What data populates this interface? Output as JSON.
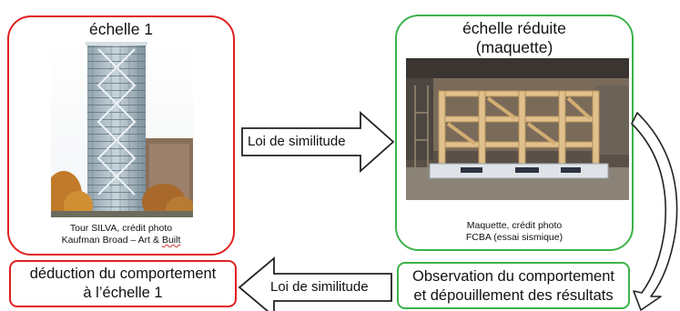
{
  "scale_full": {
    "title": "échelle 1",
    "caption_line1": "Tour SILVA, crédit photo",
    "caption_line2_a": "Kaufman Broad – Art & ",
    "caption_line2_b": "Built"
  },
  "scale_reduced": {
    "title_line1": "échelle réduite",
    "title_line2": "(maquette)",
    "caption_line1": "Maquette, crédit photo",
    "caption_line2": "FCBA (essai sismique)"
  },
  "arrow_top": {
    "label": "Loi de similitude"
  },
  "arrow_bottom": {
    "label": "Loi de similitude"
  },
  "observation": {
    "line1": "Observation du comportement",
    "line2": "et dépouillement des résultats"
  },
  "deduction": {
    "line1": "déduction du comportement",
    "line2": "à l’échelle 1"
  },
  "colors": {
    "full_scale_border": "#e02020",
    "reduced_scale_border": "#3bb34a",
    "arrow_stroke": "#222222"
  }
}
